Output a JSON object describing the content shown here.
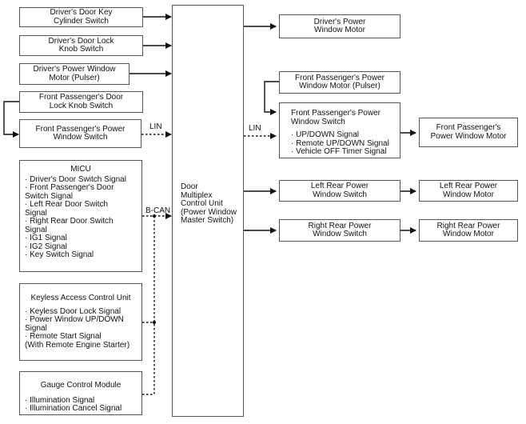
{
  "inputs": {
    "key_cylinder": [
      "Driver's Door Key",
      "Cylinder Switch"
    ],
    "lock_knob": [
      "Driver's Door Lock",
      "Knob Switch"
    ],
    "pulser": [
      "Driver's Power Window",
      "Motor (Pulser)"
    ],
    "fp_lock_knob": [
      "Front Passenger's Door",
      "Lock Knob Switch"
    ],
    "fp_window_switch": [
      "Front Passenger's Power",
      "Window Switch"
    ]
  },
  "micu": {
    "title": "MICU",
    "items": [
      "· Driver's Door Switch Signal",
      "· Front Passenger's Door",
      "Switch Signal",
      "· Left Rear Door Switch",
      "Signal",
      "· Right Rear Door Switch",
      "Signal",
      "· IG1 Signal",
      "· IG2 Signal",
      "· Key Switch Signal"
    ]
  },
  "keyless": {
    "title": "Keyless Access Control Unit",
    "items": [
      "· Keyless Door Lock Signal",
      "· Power Window UP/DOWN",
      "Signal",
      "· Remote Start Signal",
      "(With Remote Engine Starter)"
    ]
  },
  "gauge": {
    "title": "Gauge Control Module",
    "items": [
      "· Illumination Signal",
      "· Illumination Cancel Signal"
    ]
  },
  "central": [
    "Door",
    "Multiplex",
    "Control Unit",
    "(Power Window",
    "Master Switch)"
  ],
  "outputs": {
    "driver_motor": [
      "Driver's Power",
      "Window Motor"
    ],
    "fp_pulser": [
      "Front Passenger's Power",
      "Window Motor (Pulser)"
    ],
    "fp_switch_title": [
      "Front Passenger's Power",
      "Window Switch"
    ],
    "fp_switch_items": [
      "· UP/DOWN Signal",
      "· Remote UP/DOWN Signal",
      "· Vehicle OFF Timer Signal"
    ],
    "fp_motor": [
      "Front Passenger's",
      "Power Window Motor"
    ],
    "lr_switch": [
      "Left Rear Power",
      "Window Switch"
    ],
    "lr_motor": [
      "Left Rear Power",
      "Window Motor"
    ],
    "rr_switch": [
      "Right Rear Power",
      "Window Switch"
    ],
    "rr_motor": [
      "Right Rear Power",
      "Window Motor"
    ]
  },
  "labels": {
    "lin_left": "LIN",
    "lin_right": "LIN",
    "bcan": "B-CAN"
  }
}
